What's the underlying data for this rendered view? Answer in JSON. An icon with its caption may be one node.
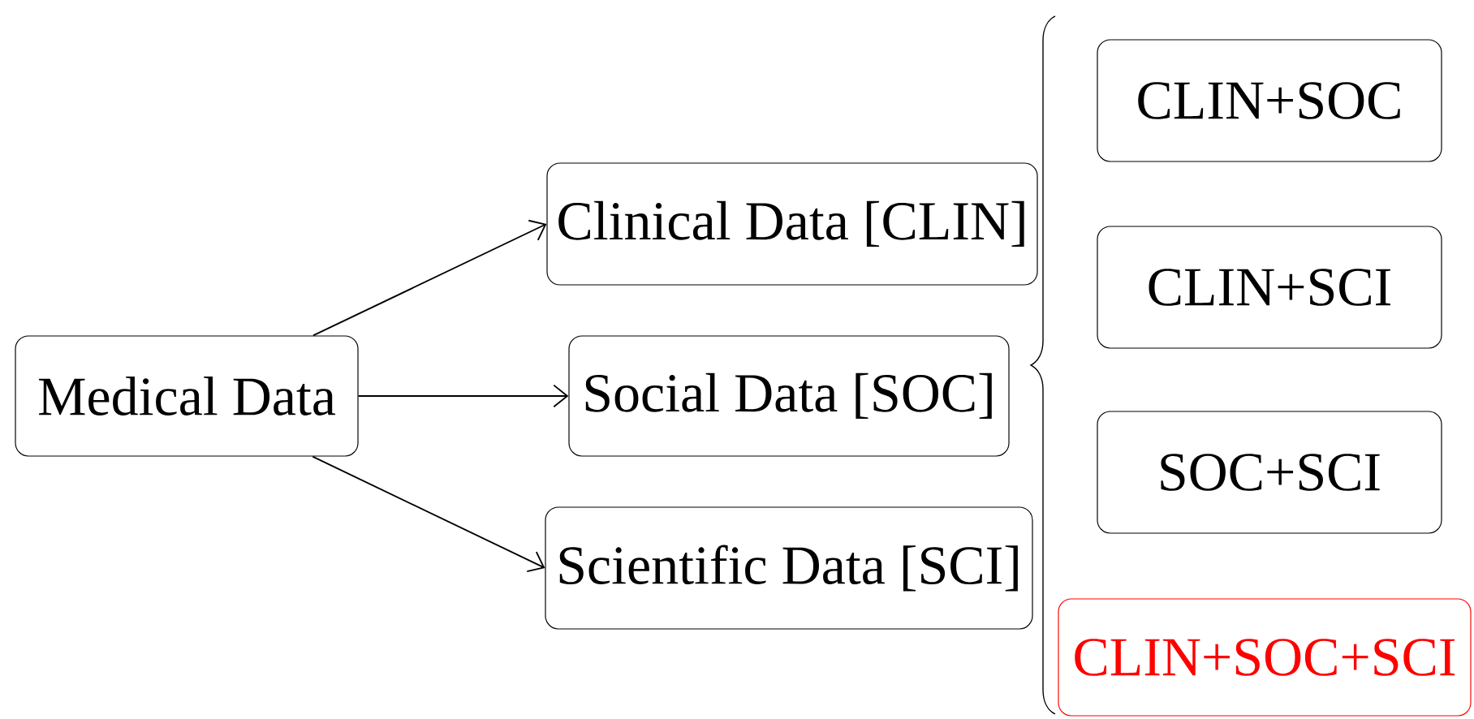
{
  "diagram": {
    "nodes": [
      {
        "text": [
          "Medical Data"
        ]
      },
      {
        "text": [
          "Clinical Data [CLIN]"
        ]
      },
      {
        "text": [
          "Social Data [SOC]"
        ]
      },
      {
        "text": [
          "Scientific Data [SCI]"
        ]
      },
      {
        "text": [
          "CLIN+SOC"
        ]
      },
      {
        "text": [
          "CLIN+SCI"
        ]
      },
      {
        "text": [
          "SOC+SCI"
        ]
      },
      {
        "text": [
          "CLIN+SOC+SCI"
        ]
      }
    ],
    "edges": [
      {
        "from": 0,
        "to": 1,
        "arrow": "to"
      },
      {
        "from": 0,
        "to": 2,
        "arrow": "to"
      },
      {
        "from": 0,
        "to": 3,
        "arrow": "to"
      }
    ]
  }
}
